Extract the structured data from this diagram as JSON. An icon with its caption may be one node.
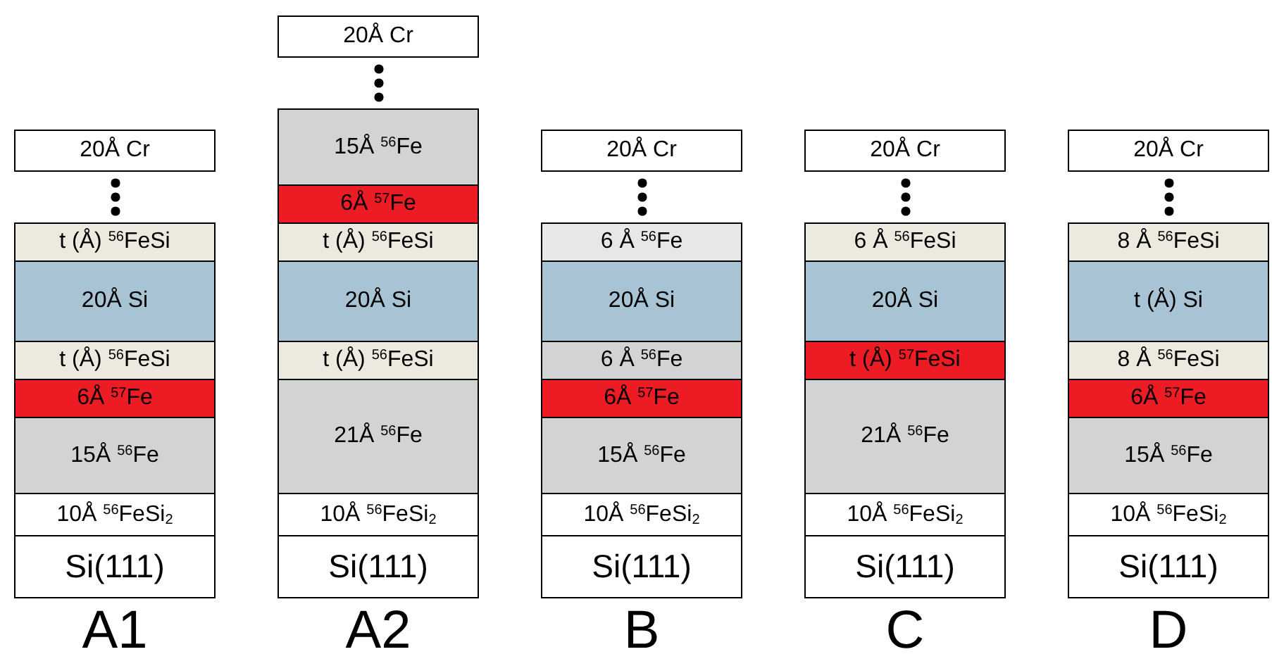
{
  "diagram": {
    "nodes": [
      {
        "text": [
          "20Å Cr"
        ]
      },
      {
        "text": [
          "t (Å) $^{56}$FeSi"
        ]
      },
      {
        "text": [
          "20Å Si"
        ]
      },
      {
        "text": [
          "t (Å) $^{56}$FeSi"
        ]
      },
      {
        "text": [
          "6Å $^{57}$Fe"
        ]
      },
      {
        "text": [
          "15Å $^{56}$Fe"
        ]
      },
      {
        "text": [
          "10Å $^{56}$FeSi$_{2}$"
        ]
      },
      {
        "text": [
          "Si(111)"
        ]
      },
      {
        "text": [
          "20Å Cr"
        ]
      },
      {
        "text": [
          "15Å $^{56}$Fe"
        ]
      },
      {
        "text": [
          "6Å $^{57}$Fe"
        ]
      },
      {
        "text": [
          "t (Å) $^{56}$FeSi"
        ]
      },
      {
        "text": [
          "20Å Si"
        ]
      },
      {
        "text": [
          "t (Å) $^{56}$FeSi"
        ]
      },
      {
        "text": [
          "21Å $^{56}$Fe"
        ]
      },
      {
        "text": [
          "10Å $^{56}$FeSi$_{2}$"
        ]
      },
      {
        "text": [
          "Si(111)"
        ]
      },
      {
        "text": [
          "20Å Cr"
        ]
      },
      {
        "text": [
          "6 Å $^{56}$Fe"
        ]
      },
      {
        "text": [
          "20Å Si"
        ]
      },
      {
        "text": [
          "6 Å $^{56}$Fe"
        ]
      },
      {
        "text": [
          "6Å $^{57}$Fe"
        ]
      },
      {
        "text": [
          "15Å $^{56}$Fe"
        ]
      },
      {
        "text": [
          "10Å $^{56}$FeSi$_{2}$"
        ]
      },
      {
        "text": [
          "Si(111)"
        ]
      },
      {
        "text": [
          "20Å Cr"
        ]
      },
      {
        "text": [
          "6 Å $^{56}$FeSi"
        ]
      },
      {
        "text": [
          "20Å Si"
        ]
      },
      {
        "text": [
          "t (Å) $^{57}$FeSi"
        ]
      },
      {
        "text": [
          "21Å $^{56}$Fe"
        ]
      },
      {
        "text": [
          "10Å $^{56}$FeSi$_{2}$"
        ]
      },
      {
        "text": [
          "Si(111)"
        ]
      },
      {
        "text": [
          "20Å Cr"
        ]
      },
      {
        "text": [
          "8 Å $^{56}$FeSi"
        ]
      },
      {
        "text": [
          "t (Å) Si"
        ]
      },
      {
        "text": [
          "8 Å $^{56}$FeSi"
        ]
      },
      {
        "text": [
          "6Å $^{57}$Fe"
        ]
      },
      {
        "text": [
          "15Å $^{56}$Fe"
        ]
      },
      {
        "text": [
          "10Å $^{56}$FeSi$_{2}$"
        ]
      },
      {
        "text": [
          "Si(111)"
        ]
      }
    ],
    "labels": [
      "A1",
      "A2",
      "B",
      "C",
      "D"
    ]
  }
}
